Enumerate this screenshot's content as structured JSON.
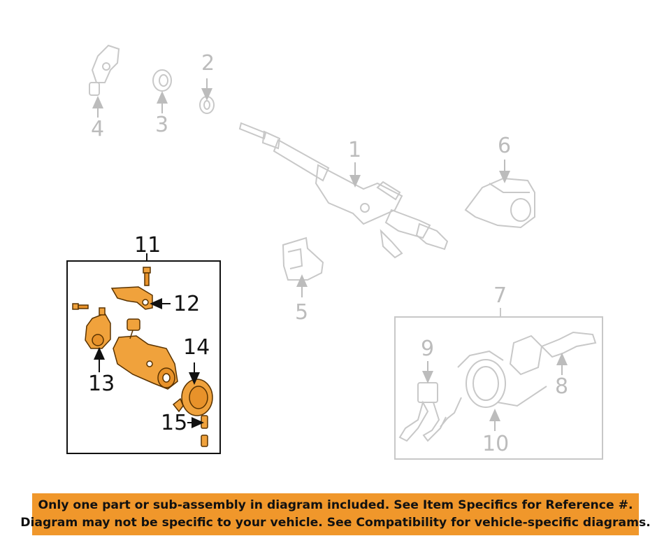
{
  "callouts": {
    "n1": "1",
    "n2": "2",
    "n3": "3",
    "n4": "4",
    "n5": "5",
    "n6": "6",
    "n7": "7",
    "n8": "8",
    "n9": "9",
    "n10": "10",
    "n11": "11",
    "n12": "12",
    "n13": "13",
    "n14": "14",
    "n15": "15"
  },
  "colors": {
    "highlight_part": "#f0a23c",
    "faded_part": "#c8c8c8",
    "banner": "#f0972b"
  },
  "banner": {
    "line1": "Only one part or sub-assembly in diagram included. See Item Specifics for Reference #.",
    "line2": "Diagram may not be specific to your vehicle. See Compatibility for vehicle-specific diagrams."
  }
}
